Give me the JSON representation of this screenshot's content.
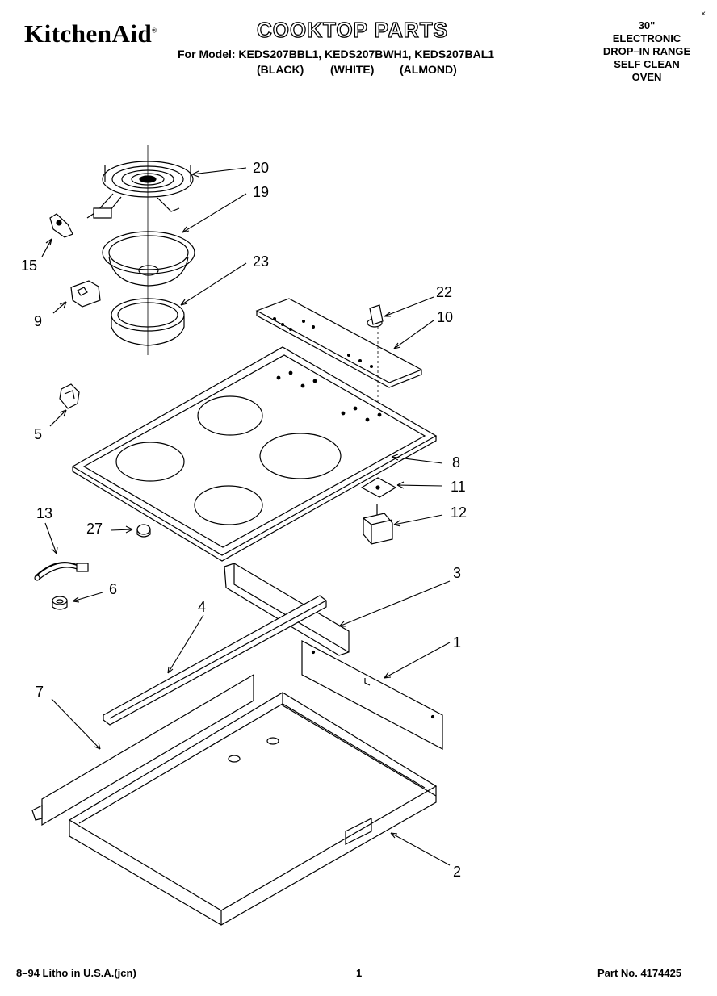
{
  "header": {
    "brand": "KitchenAid",
    "title": "COOKTOP PARTS",
    "models_line": "For Model: KEDS207BBL1, KEDS207BWH1, KEDS207BAL1",
    "variants": [
      "(BLACK)",
      "(WHITE)",
      "(ALMOND)"
    ],
    "appliance_info": [
      "30\"",
      "ELECTRONIC",
      "DROP–IN RANGE",
      "SELF CLEAN",
      "OVEN"
    ],
    "corner_mark": "×"
  },
  "callouts": [
    "20",
    "19",
    "15",
    "23",
    "22",
    "10",
    "9",
    "5",
    "8",
    "11",
    "12",
    "13",
    "27",
    "6",
    "3",
    "4",
    "1",
    "7",
    "2"
  ],
  "footer": {
    "litho": "8–94 Litho in U.S.A.(jcn)",
    "page": "1",
    "part_no": "Part No. 4174425"
  }
}
